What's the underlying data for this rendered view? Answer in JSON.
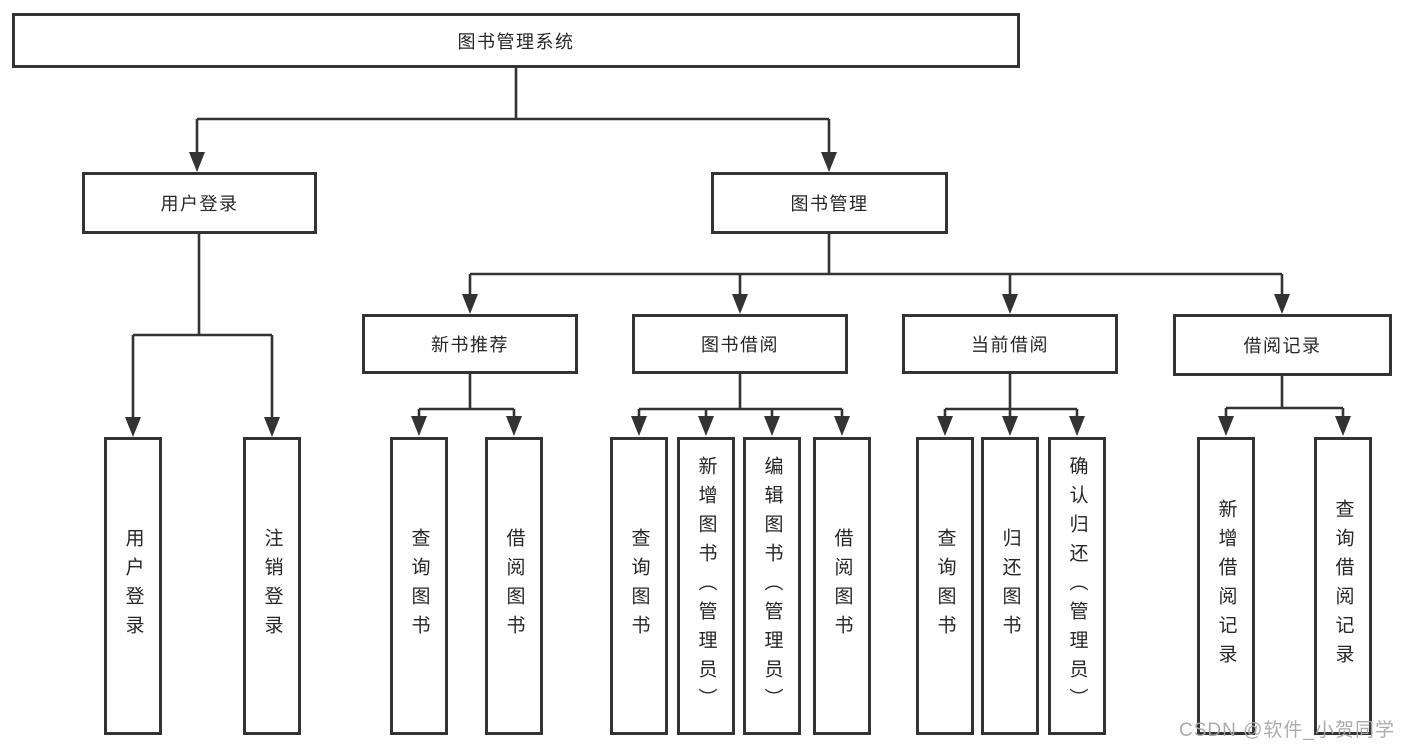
{
  "diagram": {
    "root": "图书管理系统",
    "branches": [
      {
        "label": "用户登录",
        "children": [
          "用户登录",
          "注销登录"
        ]
      },
      {
        "label": "图书管理",
        "children": [
          {
            "label": "新书推荐",
            "children": [
              "查询图书",
              "借阅图书"
            ]
          },
          {
            "label": "图书借阅",
            "children": [
              "查询图书",
              "新增图书（管理员）",
              "编辑图书（管理员）",
              "借阅图书"
            ]
          },
          {
            "label": "当前借阅",
            "children": [
              "查询图书",
              "归还图书",
              "确认归还（管理员）"
            ]
          },
          {
            "label": "借阅记录",
            "children": [
              "新增借阅记录",
              "查询借阅记录"
            ]
          }
        ]
      }
    ]
  },
  "watermark": "CSDN @软件_小贺同学",
  "colors": {
    "line": "#333333",
    "box_border": "#333333",
    "box_fill": "#ffffff",
    "text": "#262626",
    "watermark": "#a8a8a8"
  }
}
